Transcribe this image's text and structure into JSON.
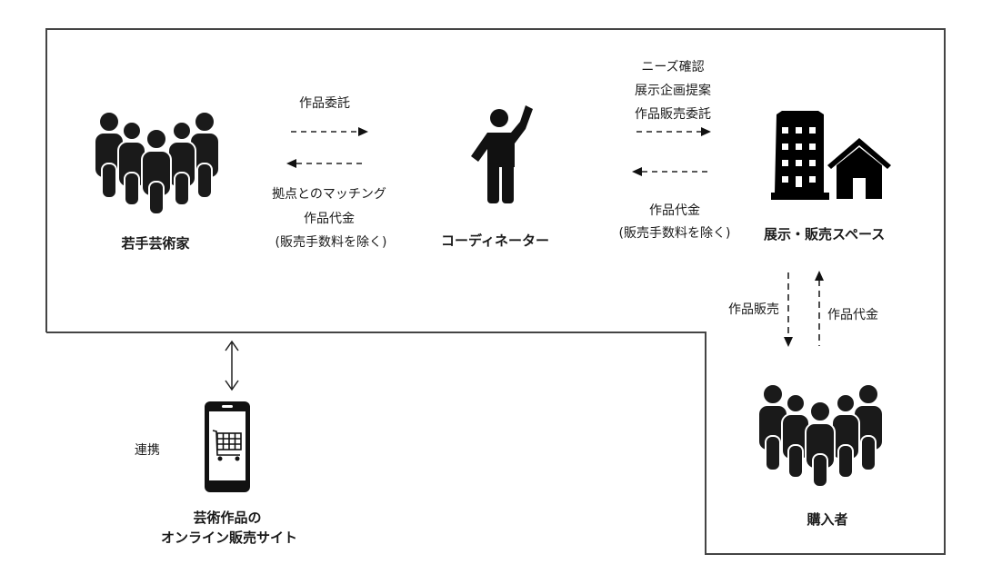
{
  "diagram": {
    "actors": {
      "artists": "若手芸術家",
      "coordinator": "コーディネーター",
      "space": "展示・販売スペース",
      "buyers": "購入者",
      "online_site_line1": "芸術作品の",
      "online_site_line2": "オンライン販売サイト"
    },
    "flows": {
      "artist_to_coordinator": "作品委託",
      "coordinator_to_artist_line1": "拠点とのマッチング",
      "coordinator_to_artist_line2": "作品代金",
      "coordinator_to_artist_line3": "(販売手数料を除く)",
      "coordinator_to_space_line1": "ニーズ確認",
      "coordinator_to_space_line2": "展示企画提案",
      "coordinator_to_space_line3": "作品販売委託",
      "space_to_coordinator_line1": "作品代金",
      "space_to_coordinator_line2": "(販売手数料を除く)",
      "space_to_buyers": "作品販売",
      "buyers_to_space": "作品代金",
      "online_link": "連携"
    },
    "icons": {
      "artists": "people-group-icon",
      "coordinator": "person-waving-icon",
      "space": "building-house-icon",
      "buyers": "people-group-icon",
      "online_site": "smartphone-cart-icon"
    }
  }
}
